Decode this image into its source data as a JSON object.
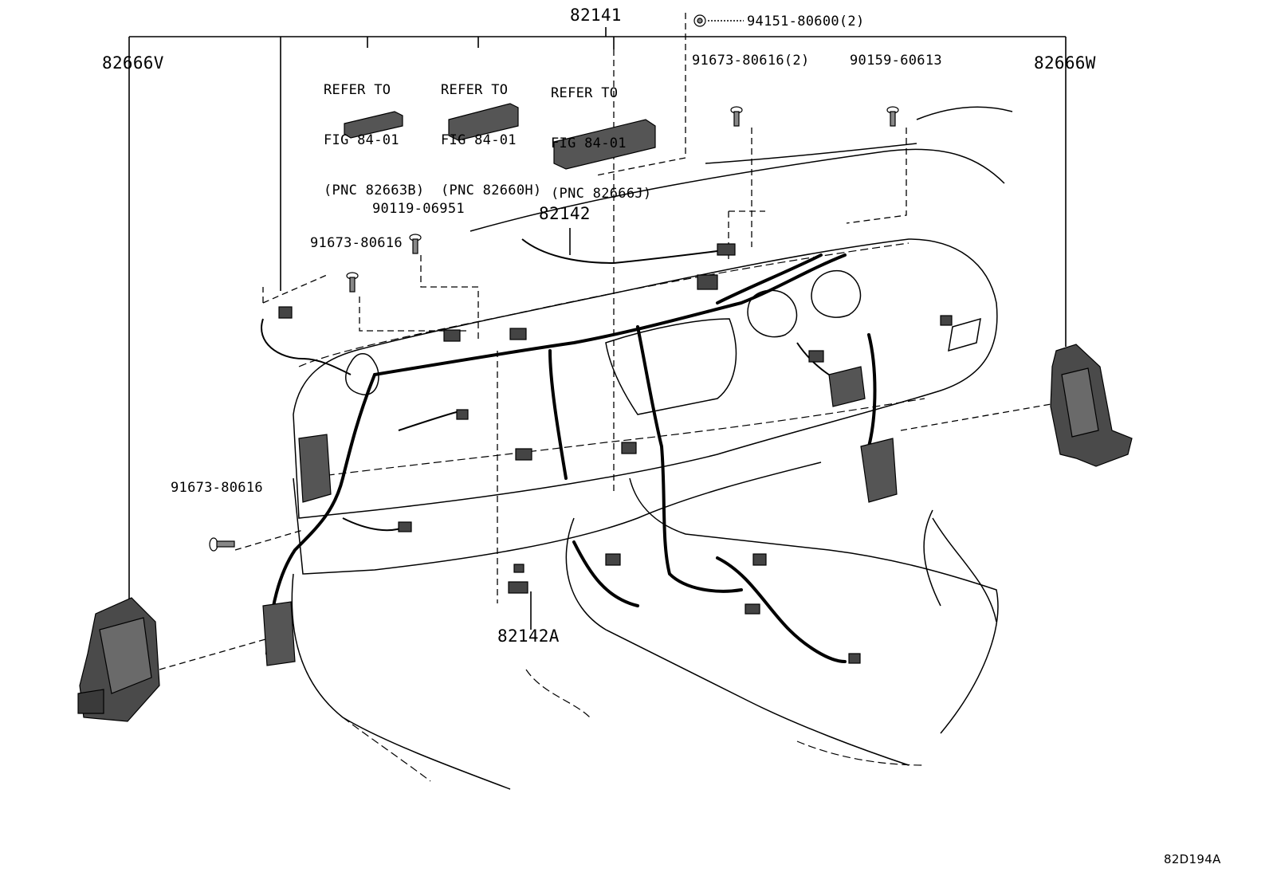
{
  "labels": {
    "main_harness": "82141",
    "harness_82142": "82142",
    "harness_82142A": "82142A",
    "block_left": "82666V",
    "block_right": "82666W",
    "clip": "94151-80600(2)",
    "bolt_top_pair": "91673-80616(2)",
    "screw_top": "90159-60613",
    "bolt_90119": "90119-06951",
    "bolt_upper_left": "91673-80616",
    "bolt_lower_left": "91673-80616"
  },
  "refers": [
    {
      "line1": "REFER TO",
      "line2": "FIG 84-01",
      "line3": "(PNC 82663B)"
    },
    {
      "line1": "REFER TO",
      "line2": "FIG 84-01",
      "line3": "(PNC 82660H)"
    },
    {
      "line1": "REFER TO",
      "line2": "FIG 84-01",
      "line3": "(PNC 82666J)"
    }
  ],
  "figure_code": "82D194A"
}
